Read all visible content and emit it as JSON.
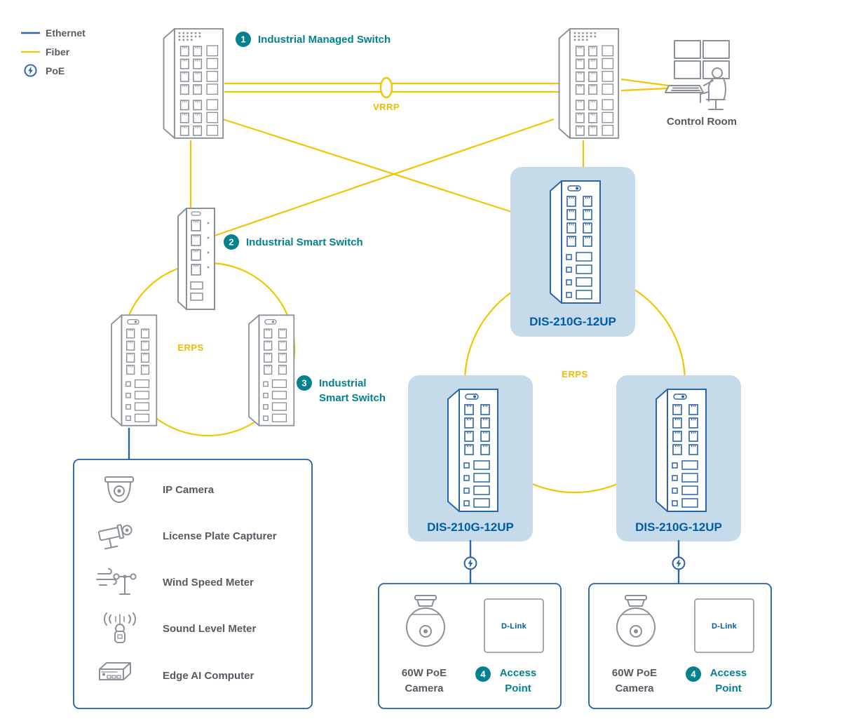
{
  "diagram": {
    "legend": {
      "ethernet": "Ethernet",
      "fiber": "Fiber",
      "poe": "PoE"
    },
    "annotations": {
      "vrrp": "VRRP",
      "erps_left": "ERPS",
      "erps_right": "ERPS",
      "control_room": "Control Room"
    },
    "callouts": {
      "managed_switch": {
        "number": "1",
        "label": "Industrial Managed Switch"
      },
      "smart_switch": {
        "number": "2",
        "label": "Industrial Smart Switch"
      },
      "smart_switch_2": {
        "number": "3",
        "label_line1": "Industrial",
        "label_line2": "Smart Switch"
      }
    },
    "dis_switches": {
      "top": "DIS-210G-12UP",
      "bottom_left": "DIS-210G-12UP",
      "bottom_right": "DIS-210G-12UP"
    },
    "device_panel": {
      "items": [
        {
          "icon": "ip-camera-icon",
          "label": "IP Camera"
        },
        {
          "icon": "license-plate-capturer-icon",
          "label": "License Plate Capturer"
        },
        {
          "icon": "wind-speed-meter-icon",
          "label": "Wind Speed Meter"
        },
        {
          "icon": "sound-level-meter-icon",
          "label": "Sound Level Meter"
        },
        {
          "icon": "edge-ai-computer-icon",
          "label": "Edge AI Computer"
        }
      ]
    },
    "poe_groups": {
      "left": {
        "camera_line1": "60W PoE",
        "camera_line2": "Camera",
        "ap_number": "4",
        "ap_line1": "Access",
        "ap_line2": "Point",
        "ap_brand": "D-Link"
      },
      "right": {
        "camera_line1": "60W PoE",
        "camera_line2": "Camera",
        "ap_number": "4",
        "ap_line1": "Access",
        "ap_line2": "Point",
        "ap_brand": "D-Link"
      }
    },
    "colors": {
      "ethernet_blue": "#2B64A9",
      "fiber_yellow": "#F2C500",
      "teal": "#03818F",
      "dlink_blue": "#005BAA",
      "highlight_blue": "#C6DBE9",
      "outline_gray": "#8B9199",
      "text_gray": "#555B62"
    }
  }
}
